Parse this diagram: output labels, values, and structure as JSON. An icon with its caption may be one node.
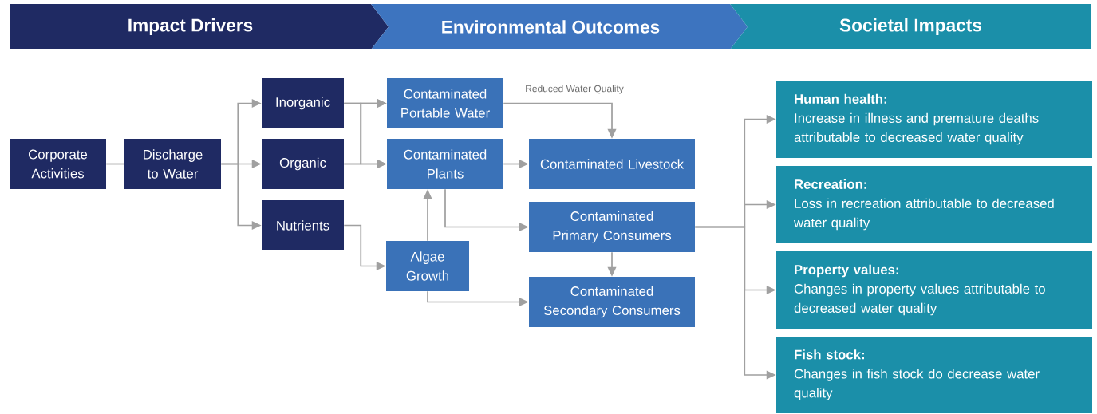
{
  "diagram": {
    "nodes": [
      {
        "text": [
          "Impact Drivers"
        ]
      },
      {
        "text": [
          "Environmental Outcomes"
        ]
      },
      {
        "text": [
          "Societal Impacts"
        ]
      },
      {
        "text": [
          "Corporate Activities"
        ]
      },
      {
        "text": [
          "Discharge to Water"
        ]
      },
      {
        "text": [
          "Inorganic"
        ]
      },
      {
        "text": [
          "Organic"
        ]
      },
      {
        "text": [
          "Nutrients"
        ]
      },
      {
        "text": [
          "Contaminated Portable Water"
        ]
      },
      {
        "text": [
          "Contaminated Plants"
        ]
      },
      {
        "text": [
          "Algae Growth"
        ]
      },
      {
        "text": [
          "Contaminated Livestock"
        ]
      },
      {
        "text": [
          "Contaminated Primary Consumers"
        ]
      },
      {
        "text": [
          "Contaminated Secondary Consumers"
        ]
      },
      {
        "text": [
          "Human health:",
          "Increase in illness and premature deaths attributable to decreased water quality"
        ]
      },
      {
        "text": [
          "Recreation:",
          "Loss in recreation attributable to decreased water quality"
        ]
      },
      {
        "text": [
          "Property values:",
          "Changes in property values attributable to decreased water quality"
        ]
      },
      {
        "text": [
          "Fish stock:",
          "Changes in fish stock do decrease water quality"
        ]
      }
    ],
    "edges": [
      {
        "from": 3,
        "to": 4,
        "arrow": "none"
      },
      {
        "from": 4,
        "to": 5,
        "arrow": "to"
      },
      {
        "from": 4,
        "to": 6,
        "arrow": "to"
      },
      {
        "from": 4,
        "to": 7,
        "arrow": "to"
      },
      {
        "from": 5,
        "to": 8,
        "arrow": "to"
      },
      {
        "from": 5,
        "to": 9,
        "arrow": "to"
      },
      {
        "from": 6,
        "to": 8,
        "arrow": "to"
      },
      {
        "from": 6,
        "to": 9,
        "arrow": "to"
      },
      {
        "from": 8,
        "to": 11,
        "arrow": "to",
        "label": "Reduced Water Quality"
      },
      {
        "from": 9,
        "to": 11,
        "arrow": "to"
      },
      {
        "from": 9,
        "to": 12,
        "arrow": "to"
      },
      {
        "from": 7,
        "to": 10,
        "arrow": "to"
      },
      {
        "from": 10,
        "to": 9,
        "arrow": "to"
      },
      {
        "from": 10,
        "to": 13,
        "arrow": "to"
      },
      {
        "from": 12,
        "to": 13,
        "arrow": "to"
      },
      {
        "from": 12,
        "to": 14,
        "arrow": "to"
      },
      {
        "from": 12,
        "to": 15,
        "arrow": "to"
      },
      {
        "from": 12,
        "to": 16,
        "arrow": "to"
      },
      {
        "from": 12,
        "to": 17,
        "arrow": "to"
      }
    ]
  }
}
